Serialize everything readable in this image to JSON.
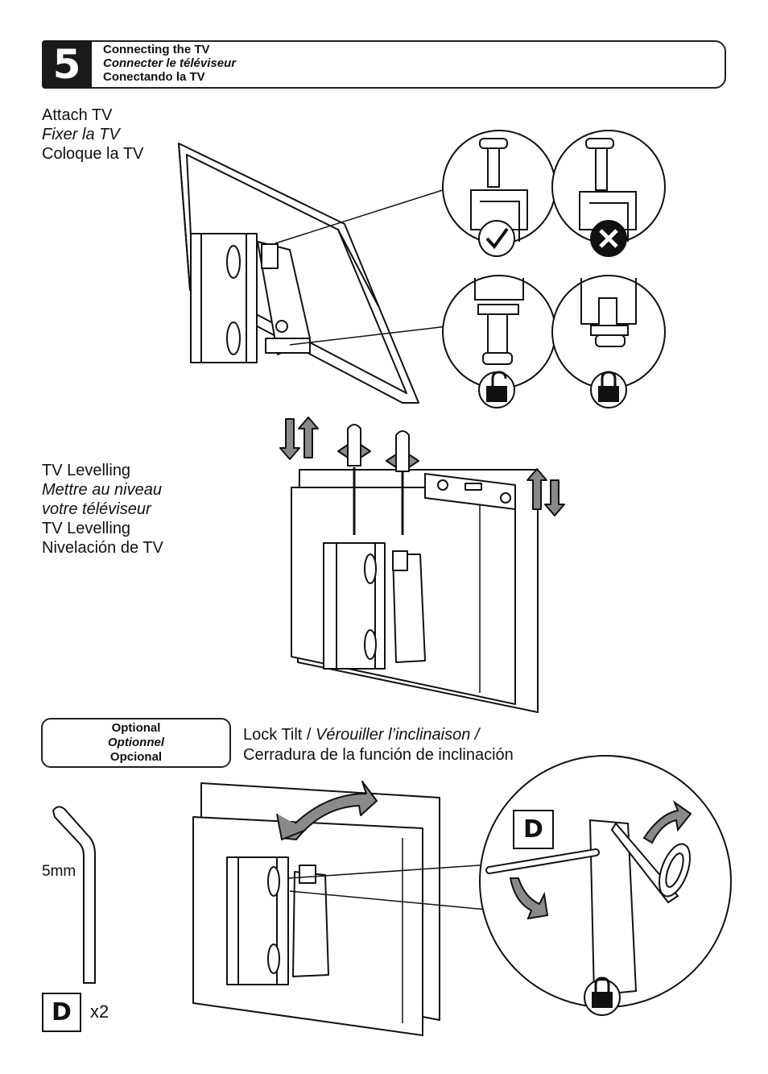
{
  "step": {
    "number": "5",
    "title_en": "Connecting the TV",
    "title_fr": "Connecter le téléviseur",
    "title_es": "Conectando la TV"
  },
  "attach": {
    "en": "Attach TV",
    "fr": "Fixer la TV",
    "es": "Coloque la TV"
  },
  "levelling": {
    "en": "TV Levelling",
    "fr_line1": "Mettre au niveau",
    "fr_line2": "votre téléviseur",
    "en2": "TV Levelling",
    "es": "Nivelación de TV"
  },
  "optional": {
    "en": "Optional",
    "fr": "Optionnel",
    "es": "Opcional"
  },
  "lock_tilt": {
    "en": "Lock Tilt / ",
    "fr": "Vérouiller l’inclinaison /",
    "es": "Cerradura de la función de inclinación"
  },
  "tool": {
    "size": "5mm",
    "part_letter": "D",
    "quantity": "x2"
  },
  "callout_part_letter": "D",
  "colors": {
    "ink": "#111111",
    "arrow_fill": "#8a8a8a"
  }
}
